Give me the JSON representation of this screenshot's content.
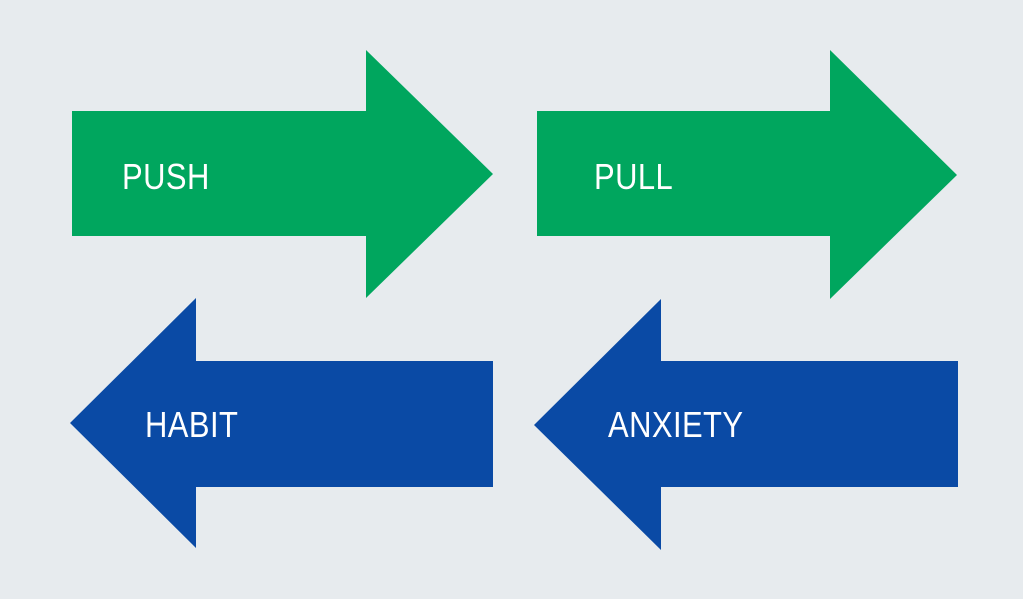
{
  "diagram": {
    "background_color": "#E7EBEE",
    "text_color": "#FFFFFF",
    "arrows": [
      {
        "label": "PUSH",
        "direction": "right",
        "color": "#00A65E"
      },
      {
        "label": "PULL",
        "direction": "right",
        "color": "#00A65E"
      },
      {
        "label": "HABIT",
        "direction": "left",
        "color": "#0A4AA5"
      },
      {
        "label": "ANXIETY",
        "direction": "left",
        "color": "#0A4AA5"
      }
    ]
  }
}
